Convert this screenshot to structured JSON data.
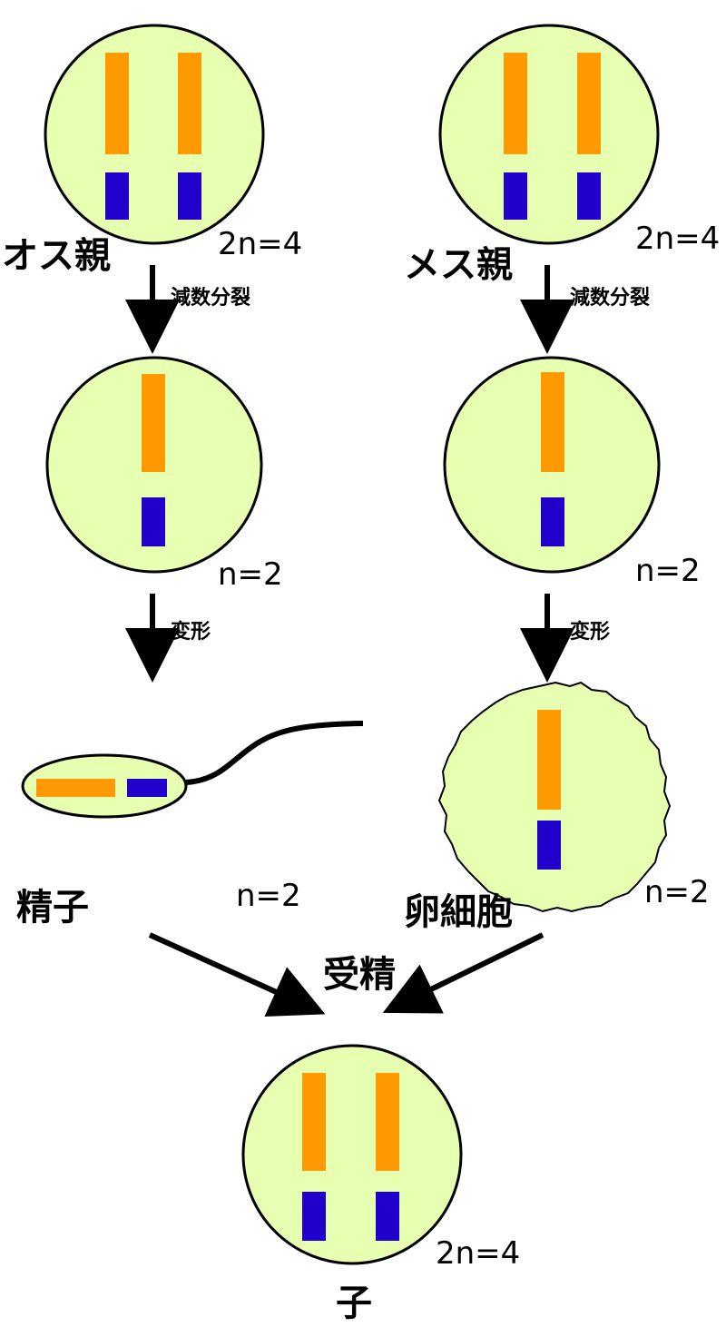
{
  "colors": {
    "cell_fill": "#e6ffb0",
    "cell_stroke": "#000000",
    "chromosome_long": "#ff9900",
    "chromosome_short": "#2200cc",
    "arrow": "#000000"
  },
  "male": {
    "parent_label": "オス親",
    "parent_ploidy": "2n=4",
    "meiosis_label": "減数分裂",
    "haploid_ploidy": "n=2",
    "transform_label": "変形",
    "gamete_label": "精子",
    "gamete_ploidy": "n=2"
  },
  "female": {
    "parent_label": "メス親",
    "parent_ploidy": "2n=4",
    "meiosis_label": "減数分裂",
    "haploid_ploidy": "n=2",
    "transform_label": "変形",
    "gamete_label": "卵細胞",
    "gamete_ploidy": "n=2"
  },
  "fertilization_label": "受精",
  "offspring": {
    "label": "子",
    "ploidy": "2n=4"
  }
}
